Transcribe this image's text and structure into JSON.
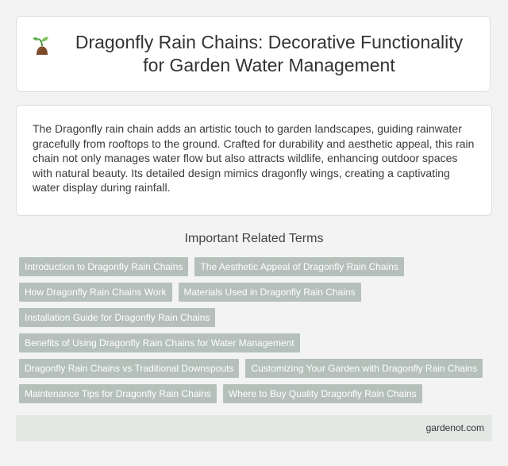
{
  "header": {
    "icon": "sprout-icon",
    "title": "Dragonfly Rain Chains: Decorative Functionality for Garden Water Management"
  },
  "description": {
    "text": "The Dragonfly rain chain adds an artistic touch to garden landscapes, guiding rainwater gracefully from rooftops to the ground. Crafted for durability and aesthetic appeal, this rain chain not only manages water flow but also attracts wildlife, enhancing outdoor spaces with natural beauty. Its detailed design mimics dragonfly wings, creating a captivating water display during rainfall."
  },
  "related": {
    "heading": "Important Related Terms",
    "terms": [
      "Introduction to Dragonfly Rain Chains",
      "The Aesthetic Appeal of Dragonfly Rain Chains",
      "How Dragonfly Rain Chains Work",
      "Materials Used in Dragonfly Rain Chains",
      "Installation Guide for Dragonfly Rain Chains",
      "Benefits of Using Dragonfly Rain Chains for Water Management",
      "Dragonfly Rain Chains vs Traditional Downspouts",
      "Customizing Your Garden with Dragonfly Rain Chains",
      "Maintenance Tips for Dragonfly Rain Chains",
      "Where to Buy Quality Dragonfly Rain Chains"
    ]
  },
  "footer": {
    "site": "gardenot.com"
  },
  "colors": {
    "background": "#f2f3f2",
    "tag": "#b5c0bb",
    "footer": "#e4e8e5"
  }
}
